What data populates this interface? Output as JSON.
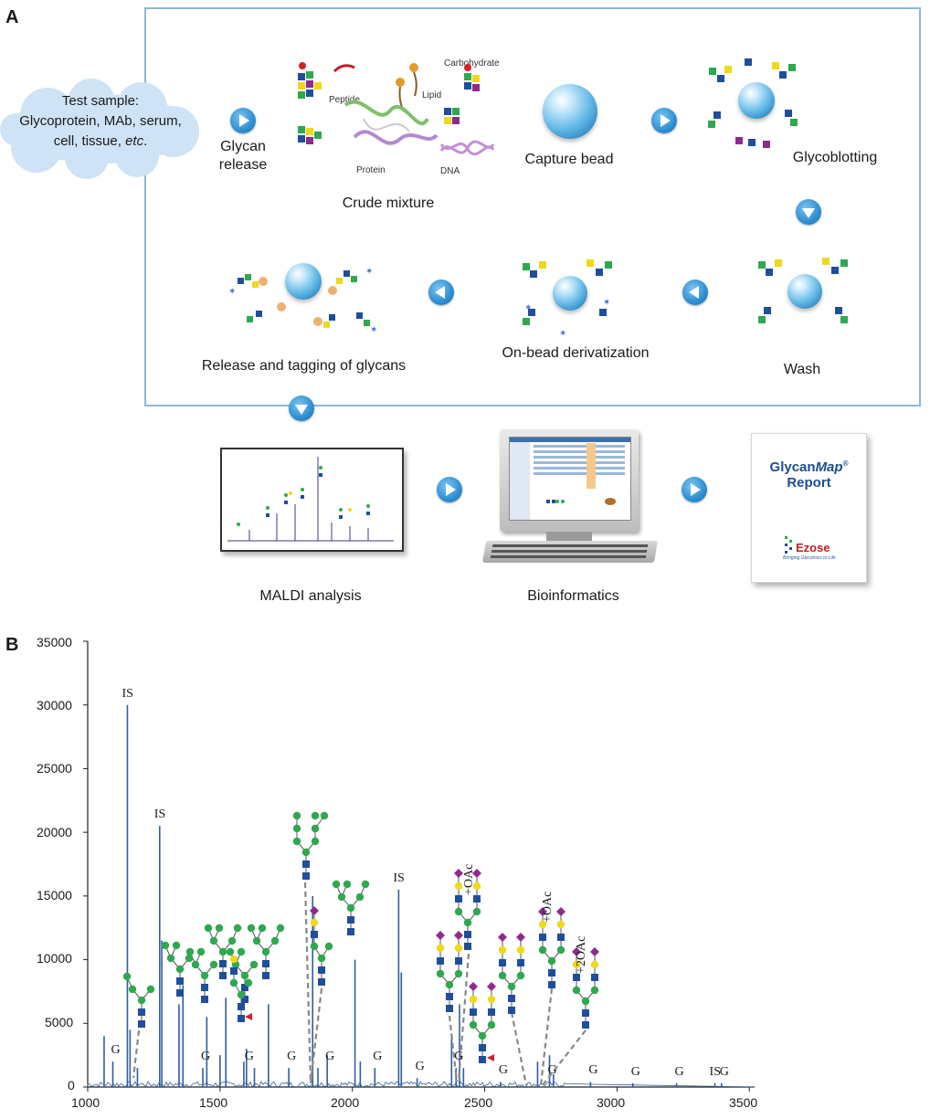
{
  "panel_a": {
    "letter": "A",
    "cloud_line1": "Test sample:",
    "cloud_line2": "Glycoprotein, MAb, serum,",
    "cloud_line3_a": "cell, tissue, ",
    "cloud_line3_b": "etc",
    "cloud_line3_c": ".",
    "glycan_release_1": "Glycan",
    "glycan_release_2": "release",
    "crude_mixture": "Crude mixture",
    "peptide": "Peptide",
    "lipid": "Lipid",
    "carbohydrate": "Carbohydrate",
    "protein": "Protein",
    "dna": "DNA",
    "capture_bead": "Capture bead",
    "glycoblotting": "Glycoblotting",
    "wash": "Wash",
    "on_bead": "On-bead derivatization",
    "release_tagging": "Release and tagging of glycans",
    "maldi": "MALDI analysis",
    "bioinformatics": "Bioinformatics",
    "report_line1a": "Glycan",
    "report_line1b": "Map",
    "report_reg": "®",
    "report_line2": "Report",
    "report_brand": "Ezose",
    "report_tagline": "Bringing Glycomics to Life"
  },
  "panel_b": {
    "letter": "B",
    "y_ticks": [
      "35000",
      "30000",
      "25000",
      "20000",
      "15000",
      "10000",
      "5000",
      "0"
    ],
    "x_ticks": [
      "1000",
      "1500",
      "2000",
      "2500",
      "3000",
      "3500"
    ],
    "peak_label_is": "IS",
    "peak_label_g": "G",
    "oac": "+OAc",
    "two_oac": "+2OAc"
  },
  "chart_data": {
    "type": "bar",
    "xlim": [
      1000,
      3520
    ],
    "ylim": [
      0,
      35000
    ],
    "x": [
      1062,
      1095,
      1150,
      1160,
      1188,
      1272,
      1280,
      1345,
      1360,
      1435,
      1450,
      1500,
      1522,
      1590,
      1600,
      1630,
      1683,
      1760,
      1850,
      1870,
      1905,
      2010,
      2030,
      2085,
      2175,
      2185,
      2245,
      2375,
      2392,
      2405,
      2420,
      2560,
      2700,
      2745,
      2760,
      2900,
      3060,
      3225,
      3370,
      3395
    ],
    "values": [
      4000,
      2000,
      30000,
      4500,
      1500,
      20500,
      11500,
      6500,
      8000,
      1500,
      5500,
      2500,
      7000,
      2000,
      3000,
      1500,
      6500,
      1500,
      15000,
      1500,
      2500,
      10000,
      2000,
      1500,
      15500,
      9000,
      700,
      4200,
      1500,
      6500,
      1500,
      400,
      2000,
      2500,
      1000,
      400,
      300,
      300,
      300,
      300
    ],
    "annotations": [
      {
        "label": "IS",
        "x": 1150,
        "y": 30000
      },
      {
        "label": "IS",
        "x": 1272,
        "y": 20500
      },
      {
        "label": "IS",
        "x": 2175,
        "y": 15500
      },
      {
        "label": "IS",
        "x": 3370,
        "y": 300
      },
      {
        "label": "G",
        "x": 1095,
        "y": 2000
      },
      {
        "label": "G",
        "x": 1435,
        "y": 1500
      },
      {
        "label": "G",
        "x": 1600,
        "y": 1500
      },
      {
        "label": "G",
        "x": 1760,
        "y": 1500
      },
      {
        "label": "G",
        "x": 1905,
        "y": 1500
      },
      {
        "label": "G",
        "x": 2085,
        "y": 1500
      },
      {
        "label": "G",
        "x": 2245,
        "y": 700
      },
      {
        "label": "G",
        "x": 2392,
        "y": 1500
      },
      {
        "label": "G",
        "x": 2560,
        "y": 400
      },
      {
        "label": "G",
        "x": 2745,
        "y": 400
      },
      {
        "label": "G",
        "x": 2900,
        "y": 400
      },
      {
        "label": "G",
        "x": 3060,
        "y": 300
      },
      {
        "label": "G",
        "x": 3225,
        "y": 300
      },
      {
        "label": "G",
        "x": 3395,
        "y": 300
      }
    ],
    "title": "",
    "xlabel": "",
    "ylabel": ""
  },
  "colors": {
    "frame_border": "#8fb6d9",
    "spectrum": "#2e5f9e",
    "glcnac": "#1f4e9b",
    "mannose": "#2fa84f",
    "galactose": "#f0d81c",
    "sialic": "#8e2a8e",
    "fucose": "#d4202a",
    "arrow": "#2c8fd3"
  }
}
